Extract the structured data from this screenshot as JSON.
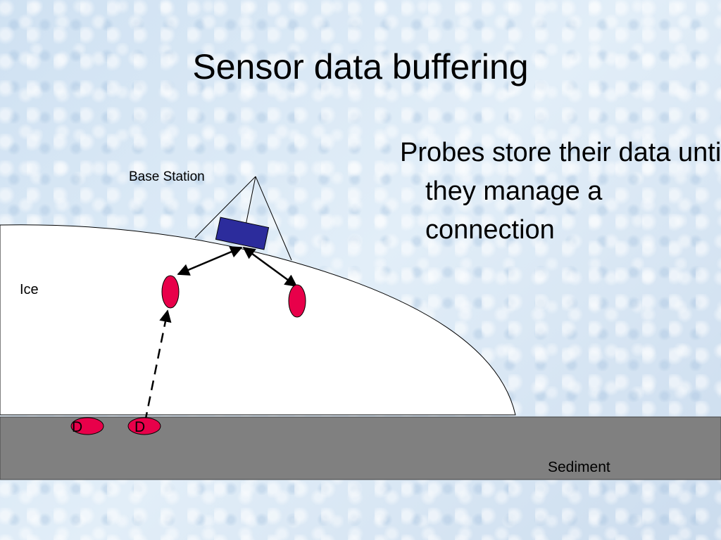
{
  "slide": {
    "title": "Sensor data buffering",
    "body": "Probes store their data until they manage a connection"
  },
  "diagram": {
    "labels": {
      "base_station": "Base Station",
      "ice": "Ice",
      "sediment": "Sediment",
      "probe_buried_1": "D",
      "probe_buried_2": "D"
    },
    "colors": {
      "ice": "#ffffff",
      "sediment": "#808080",
      "probe": "#e8004a",
      "base_station": "#2c2c9c",
      "lines": "#000000"
    }
  }
}
